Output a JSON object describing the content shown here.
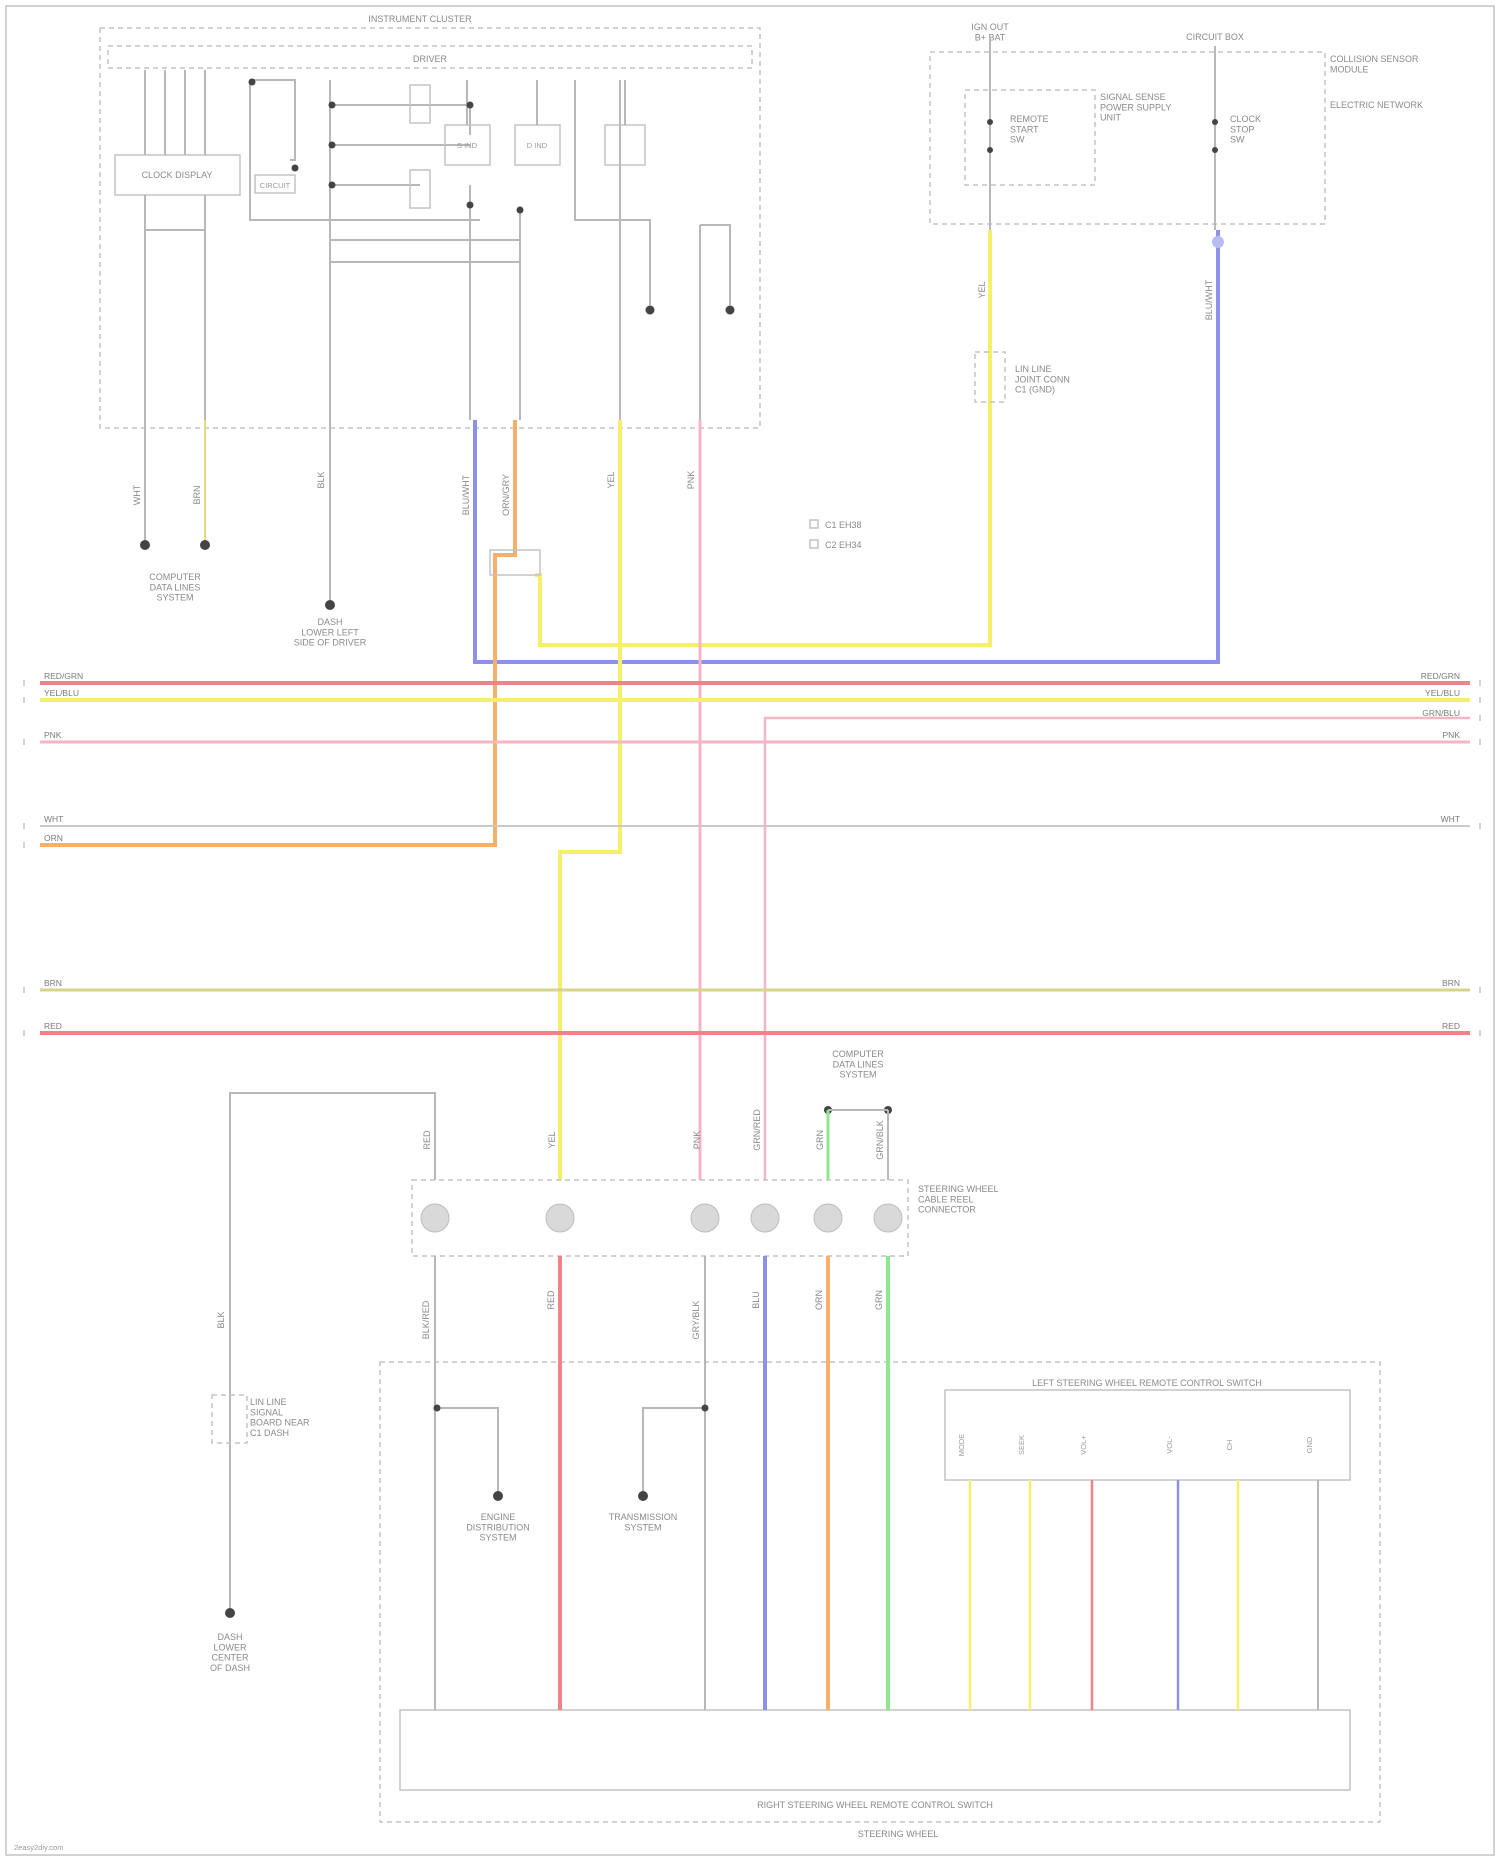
{
  "colors": {
    "red": "#f0838a",
    "pink": "#f3b6c4",
    "yellow": "#f6ef6a",
    "orange": "#f5b06a",
    "blue": "#8d92e8",
    "green": "#8ee88e",
    "olive": "#d8d38e",
    "gray": "#b8b8b8"
  },
  "bus_lines": {
    "left": [
      {
        "label": "RED/GRN",
        "color": "red"
      },
      {
        "label": "YEL/BLU",
        "color": "yellow"
      },
      {
        "label": "PNK",
        "color": "pink"
      },
      {
        "label": "WHT",
        "color": "gray"
      },
      {
        "label": "ORN",
        "color": "orange"
      },
      {
        "label": "BRN",
        "color": "olive"
      },
      {
        "label": "RED",
        "color": "red"
      }
    ],
    "right": [
      {
        "label": "RED/GRN",
        "color": "red"
      },
      {
        "label": "YEL/BLU",
        "color": "yellow"
      },
      {
        "label": "GRN/BLU",
        "color": "pink"
      },
      {
        "label": "PNK",
        "color": "pink"
      },
      {
        "label": "WHT",
        "color": "gray"
      },
      {
        "label": "BRN",
        "color": "olive"
      },
      {
        "label": "RED",
        "color": "red"
      }
    ]
  },
  "components": {
    "instrument_cluster": "INSTRUMENT CLUSTER",
    "driver": "DRIVER",
    "clock_display": "CLOCK DISPLAY",
    "circuit": "CIRCUIT",
    "s_ind": "S IND",
    "d_ind": "D IND",
    "right_box": "CIRCUIT BOX",
    "ignition": "IGN OUT\nB+ BAT",
    "module_title": "COLLISION SENSOR\nMODULE",
    "module_sub": "ELECTRIC NETWORK",
    "sensor_a": "REMOTE\nSTART\nSW",
    "sensor_b": "SIGNAL SENSE\nPOWER SUPPLY\nUNIT",
    "sensor_c": "CLOCK\nSTOP\nSW",
    "inline_conn": "LIN LINE\nJOINT CONN\nC1 (GND)",
    "legend_1": "C1 EH38",
    "legend_2": "C2 EH34",
    "gnd_left": "COMPUTER\nDATA LINES\nSYSTEM",
    "gnd_mid": "DASH\nLOWER LEFT\nSIDE OF DRIVER",
    "top_conn": "COMPUTER\nDATA LINES\nSYSTEM",
    "steering_conn": "STEERING WHEEL\nCABLE REEL\nCONNECTOR",
    "left_inline": "LIN LINE\nSIGNAL\nBOARD NEAR\nC1 DASH",
    "gnd_bottom": "DASH\nLOWER\nCENTER\nOF DASH",
    "cruise_title": "LEFT STEERING WHEEL REMOTE CONTROL SWITCH",
    "engine_ctrl": "ENGINE\nDISTRIBUTION\nSYSTEM",
    "transmission": "TRANSMISSION\nSYSTEM",
    "bottom_module": "RIGHT STEERING WHEEL REMOTE CONTROL SWITCH",
    "steering_wheel": "STEERING WHEEL",
    "footer": "2easy2diy.com"
  },
  "wire_labels": {
    "top_left_a": "WHT",
    "top_left_b": "BRN",
    "top_mid": "BLK",
    "top_blue": "BLU/WHT",
    "top_orange": "ORN/GRY",
    "top_yellow": "YEL",
    "top_pink": "PNK",
    "right_yellow": "YEL",
    "right_blue": "BLU/WHT",
    "sw_1": "RED",
    "sw_2": "YEL",
    "sw_3": "PNK",
    "sw_4": "GRN/RED",
    "sw_5": "GRN",
    "sw_6": "GRN/BLK",
    "low_1": "BLK/RED",
    "low_2": "RED",
    "low_3": "GRY/BLK",
    "low_4": "BLU",
    "low_5": "ORN",
    "low_6": "GRN",
    "left_vert": "BLK"
  },
  "switch_cols": [
    {
      "label": "MODE",
      "color": "yellow"
    },
    {
      "label": "SEEK",
      "color": "yellow"
    },
    {
      "label": "VOL+",
      "color": "red"
    },
    {
      "label": "VOL-",
      "color": "blue"
    },
    {
      "label": "CH",
      "color": "yellow"
    },
    {
      "label": "GND",
      "color": "gray"
    }
  ]
}
